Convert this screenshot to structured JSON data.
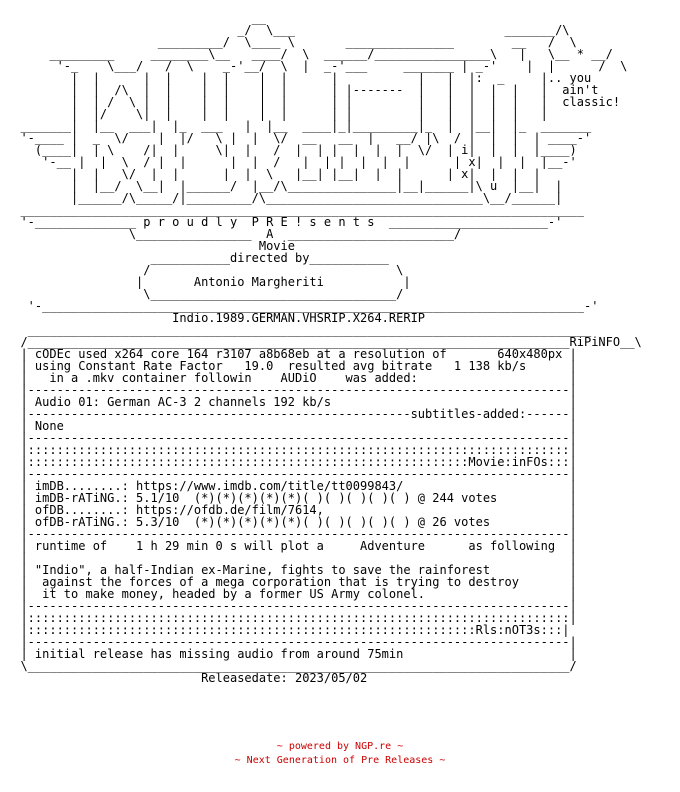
{
  "nfo_lines": [
    "                                  __",
    "                                _/  \\___                             _______/\\",
    "                     _________/  \\____ \\       _______________        __   /  \\",
    "      _________     ________\\__   ____/  \\  ______/________________\\   |   \\__ * __/",
    "       '-_    \\___/   /  \\    _-'__/  \\  |  _-'___     _______ | _-'    |  |      /  \\",
    "         |  |      |  |    |  |    |  |      |           |   |  |:  _     |.. you",
    "         |  |  /\\  |  |    |  |    |  |      | |-------  |   |  |  |  |   |  ain't",
    "         |  | /  \\ |  |    |  |    |  |      | |         |   |  |  |  |   |  classic!",
    "         |  |/    \\|  |    |  |    |  |      | |         |   |  |  |  |   |",
    "  _______|  |__  ___|  |_  ___   |  |__  ____|_|_________|_  |  |__|  |_  _______",
    "  '-____ |  _  \\/    |  |/   \\ |  |  \\/  __   __  |   __/ |\\  / |  |  |  | ____-'",
    "    (____|  | \\    /|  |     \\|  |   /  |  | |  |  |  |  \\/  | i|  |  |  |____)",
    "     '-__ |  |  \\  / |  |      |  |  /   |  | |  |  |  |      | x|  |  |  |__-'",
    "         |  |   \\/  |  |      |  |  \\   |__| |__|  |  |      | x|  |  |  |",
    "         |  |__/  \\__|  |______/  |__/\\_______________|__|______|\\ u  |__|  |",
    "         |______/\\_____/|_________/\\______________________________\\__/______|",
    "  ______________________________________________________________________________",
    "  '-______________ p r o u d l y  P R E ! s e n t s  ______________________-'",
    "                 \\________________  A  _______________________/",
    "                                   Movie",
    "                    ___________directed by___________",
    "                   /                                  \\",
    "                  |       Antonio Margheriti           |",
    "                   \\__________________________________/",
    "   '-___________________________________________________________________________-'",
    "                       Indio.1989.GERMAN.VHSRIP.X264.RERIP",
    "   ______________________________________________________________________________",
    "  /___________________________________________________________________________RiPiNFO__\\",
    "  | cODEc used x264 core 164 r3107 a8b68eb at a resolution of       640x480px |",
    "  | using Constant Rate Factor   19.0  resulted avg bitrate   1 138 kb/s      |",
    "  |   in a .mkv container followin    AUDiO    was added:                     |",
    "  |---------------------------------------------------------------------------|",
    "  | Audio 01: German AC-3 2 channels 192 kb/s                                 |",
    "  |-----------------------------------------------------subtitles-added:------|",
    "  | None                                                                      |",
    "  |---------------------------------------------------------------------------|",
    "  |:::::::::::::::::::::::::::::::::::::::::::::::::::::::::::::::::::::::::::|",
    "  |:::::::::::::::::::::::::::::::::::::::::::::::::::::::::::::Movie:inFOs:::|",
    "  |---------------------------------------------------------------------------|",
    "  | imDB........: https://www.imdb.com/title/tt0099843/                       |",
    "  | imDB-rATiNG.: 5.1/10  (*)(*)(*)(*)(*)( )( )( )( )( ) @ 244 votes          |",
    "  | ofDB........: https://ofdb.de/film/7614,                                  |",
    "  | ofDB-rATiNG.: 5.3/10  (*)(*)(*)(*)(*)( )( )( )( )( ) @ 26 votes           |",
    "  |---------------------------------------------------------------------------|",
    "  | runtime of    1 h 29 min 0 s will plot a     Adventure      as following  |",
    "  |                                                                           |",
    "  | \"Indio\", a half-Indian ex-Marine, fights to save the rainforest           |",
    "  |  against the forces of a mega corporation that is trying to destroy       |",
    "  |  it to make money, headed by a former US Army colonel.                    |",
    "  |---------------------------------------------------------------------------|",
    "  |:::::::::::::::::::::::::::::::::::::::::::::::::::::::::::::::::::::::::::|",
    "  |::::::::::::::::::::::::::::::::::::::::::::::::::::::::::::::Rls:nOT3s:::|",
    "  |---------------------------------------------------------------------------|",
    "  | initial release has missing audio from around 75min                       |",
    "  \\___________________________________________________________________________/",
    "                           Releasedate: 2023/05/02"
  ],
  "footer": {
    "line1": "~ powered by NGP.re ~",
    "line2": "~ Next Generation of Pre Releases ~",
    "color": "#cc0000"
  }
}
